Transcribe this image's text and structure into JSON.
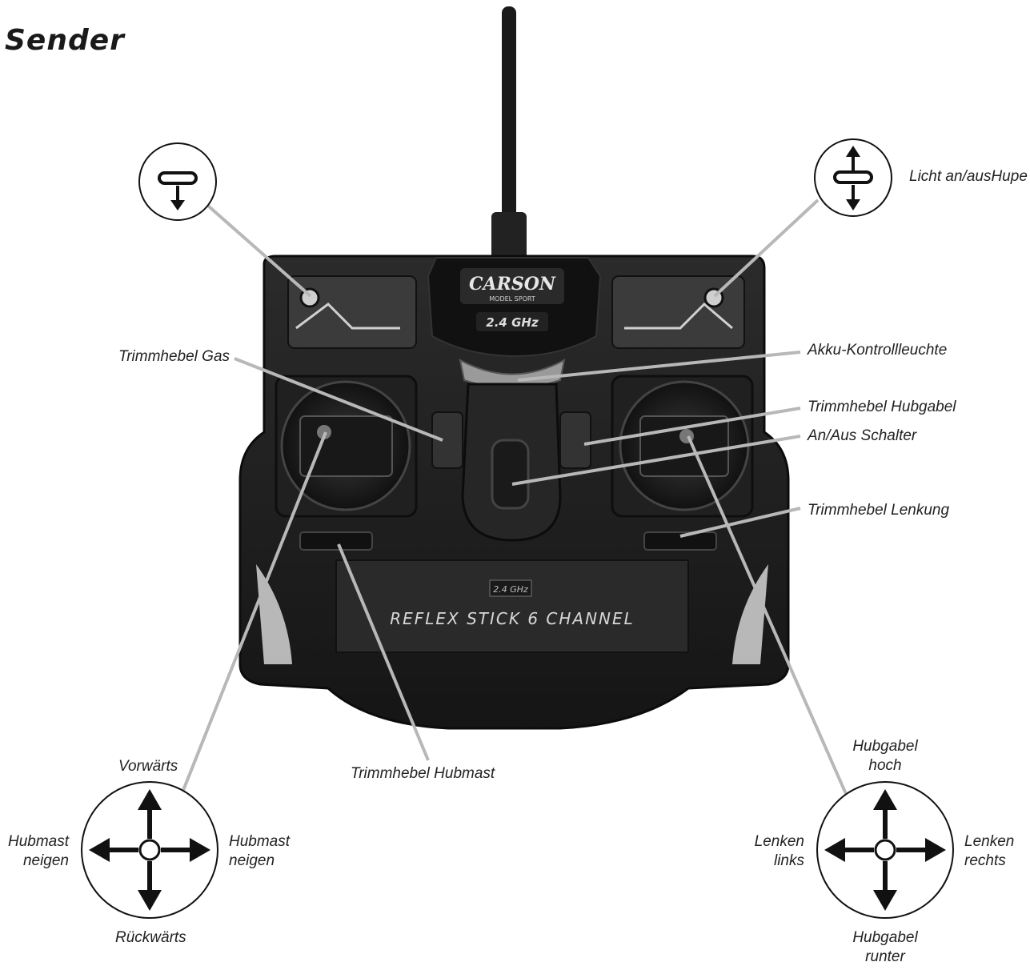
{
  "title": "Sender",
  "device": {
    "brand": "CARSON",
    "brand_sub": "MODEL SPORT",
    "frequency": "2.4 GHz",
    "panel_frequency": "2.4 GHz",
    "model": "REFLEX STICK 6 CHANNEL"
  },
  "labels": {
    "licht_hupe": "Licht an/ausHupe",
    "trimm_gas": "Trimmhebel Gas",
    "akku": "Akku-Kontrollleuchte",
    "trimm_hubgabel": "Trimmhebel Hubgabel",
    "an_aus": "An/Aus Schalter",
    "trimm_lenkung": "Trimmhebel Lenkung",
    "trimm_hubmast": "Trimmhebel Hubmast",
    "vorwaerts": "Vorwärts",
    "rueckwaerts": "Rückwärts",
    "hubmast_left_1": "Hubmast",
    "hubmast_left_2": "neigen",
    "hubmast_right_1": "Hubmast",
    "hubmast_right_2": "neigen",
    "hubgabel_hoch_1": "Hubgabel",
    "hubgabel_hoch_2": "hoch",
    "hubgabel_runter_1": "Hubgabel",
    "hubgabel_runter_2": "runter",
    "lenken_links_1": "Lenken",
    "lenken_links_2": "links",
    "lenken_rechts_1": "Lenken",
    "lenken_rechts_2": "rechts"
  },
  "colors": {
    "body": "#1c1c1c",
    "body_highlight": "#3a3a3a",
    "leader_line": "#b8b8b8",
    "icon_stroke": "#111111"
  }
}
